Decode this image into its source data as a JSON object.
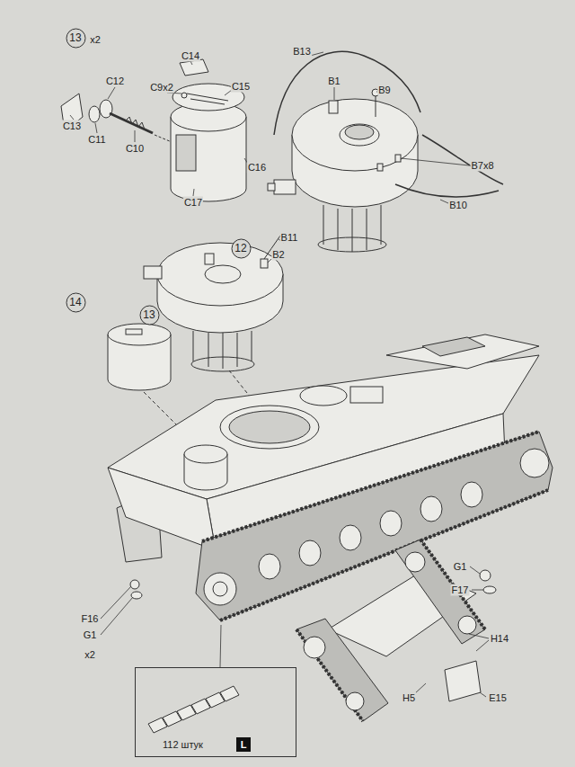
{
  "diagram": {
    "nodes": [
      {
        "text": [
          "13"
        ]
      },
      {
        "text": [
          "12"
        ]
      },
      {
        "text": [
          "14"
        ]
      },
      {
        "text": [
          "13"
        ]
      },
      {
        "text": [
          "112 штук"
        ]
      },
      {
        "text": [
          "L"
        ],
        "in": 4
      }
    ],
    "labels": [
      "x2",
      "C14",
      "C12",
      "C9x2",
      "C15",
      "C13",
      "C11",
      "C10",
      "C16",
      "C17",
      "B13",
      "B1",
      "B9",
      "B7x8",
      "B10",
      "B11",
      "B2",
      "F16",
      "G1",
      "x2",
      "G1",
      "F17",
      "H14",
      "H5",
      "E15"
    ]
  }
}
